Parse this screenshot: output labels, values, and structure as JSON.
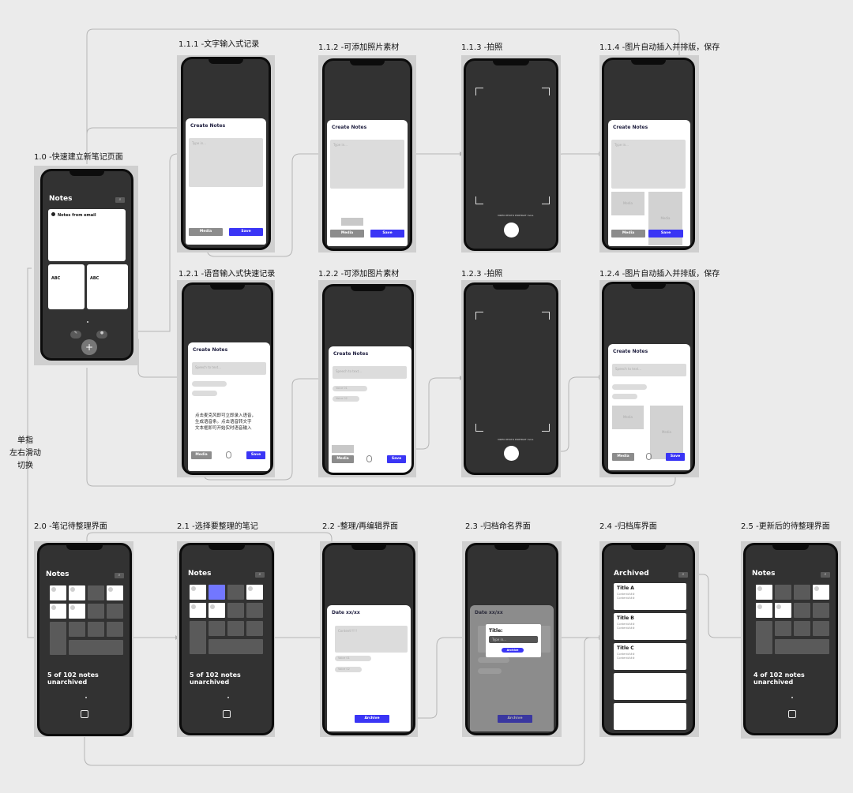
{
  "captions": {
    "s10": "1.0 -快速建立新笔记页面",
    "s111": "1.1.1 -文字输入式记录",
    "s112": "1.1.2 -可添加照片素材",
    "s113": "1.1.3 -拍照",
    "s114": "1.1.4 -图片自动插入并排版，保存",
    "s121": "1.2.1 -语音输入式快速记录",
    "s122": "1.2.2 -可添加图片素材",
    "s123": "1.2.3 -拍照",
    "s124": "1.2.4 -图片自动插入并排版，保存",
    "s20": "2.0 -笔记待整理界面",
    "s21": "2.1 -选择要整理的笔记",
    "s22": "2.2 -整理/再编辑界面",
    "s23": "2.3 -归档命名界面",
    "s24": "2.4 -归档库界面",
    "s25": "2.5 -更新后的待整理界面"
  },
  "side_note": "单指\n左右滑动\n切换",
  "ui": {
    "notes_header": "Notes",
    "notes_from_email": "Notes from email",
    "abc": "ABC",
    "create_notes": "Create Notes",
    "type_in": "Type in...",
    "speech_to_text": "Speech to text...",
    "media": "Media",
    "save": "Save",
    "camera_modes": "VIDEO  PHOTO  PORTRAIT  more",
    "voice_01": "Voice 01",
    "voice_02": "Voice 02",
    "voice_hint": "点击麦克风即可立即录入语音，\n生成语音条。点击语音转文字\n文本框即可开始实时语音输入",
    "date_header": "Date xx/xx",
    "content_placeholder": "Content!!!!!",
    "archive": "Archive",
    "title_label": "Title:",
    "title_input": "Type in...",
    "archived_header": "Archived",
    "title_a": "Title A",
    "title_b": "Title B",
    "title_c": "Title C",
    "content_line": "Content###",
    "stat_20": "5 of 102 notes\nunarchived",
    "stat_21": "5 of 102 notes\nunarchived",
    "stat_25": "4 of 102 notes\nunarchived"
  },
  "colors": {
    "accent_blue": "#3a35f5",
    "selected_tile": "#7277ff",
    "phone_screen": "#323232",
    "connector": "#b5b5b5"
  }
}
